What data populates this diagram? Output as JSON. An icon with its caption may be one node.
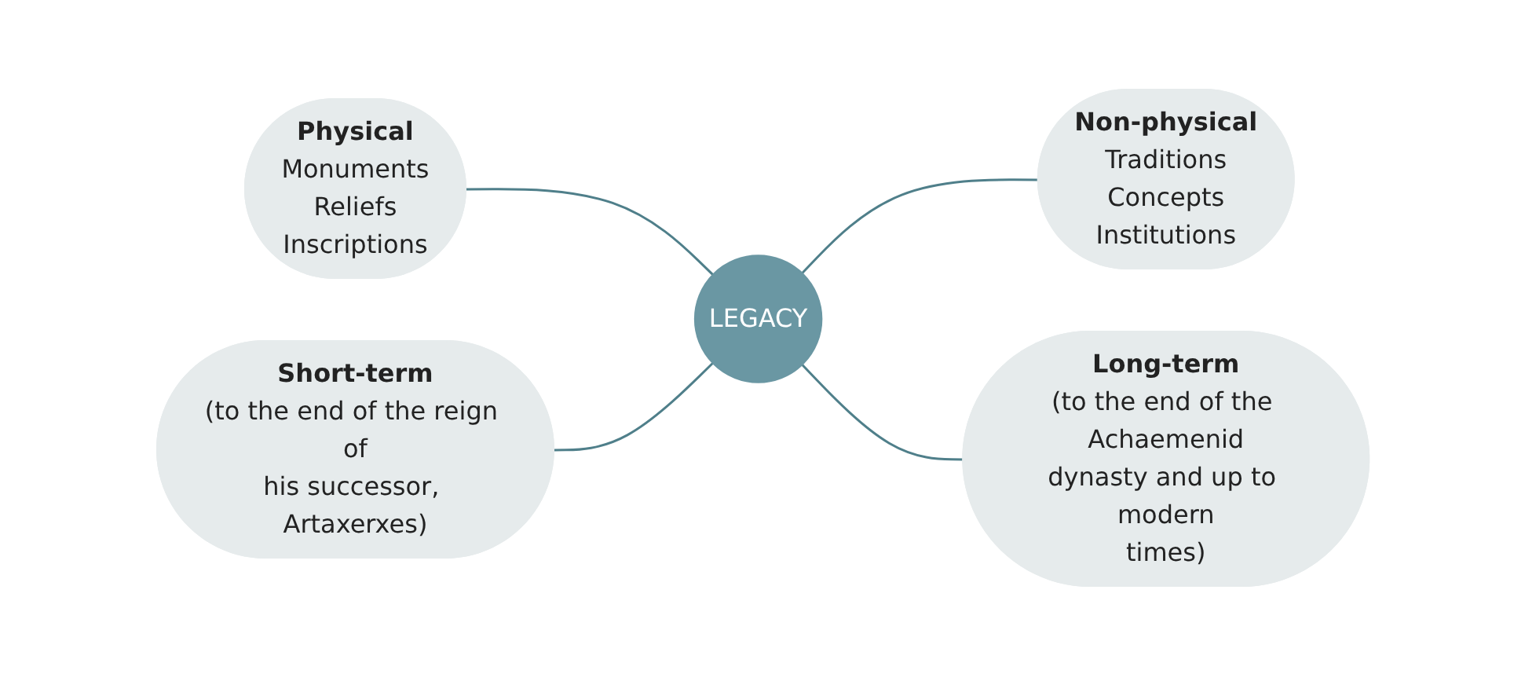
{
  "diagram": {
    "nodes": [
      {
        "text": [
          "Physical",
          "Monuments",
          "Reliefs",
          "Inscriptions"
        ]
      },
      {
        "text": [
          "Non-physical",
          "Traditions",
          "Concepts",
          "Institutions"
        ]
      },
      {
        "text": [
          "LEGACY"
        ]
      },
      {
        "text": [
          "Short-term",
          "(to the end of the reign of his successor, Artaxerxes)"
        ]
      },
      {
        "text": [
          "Long-term",
          "(to the end of the Achaemenid dynasty and up to modern times)"
        ]
      }
    ],
    "edges": [
      {
        "from": 0,
        "to": 2,
        "arrow": "none"
      },
      {
        "from": 2,
        "to": 1,
        "arrow": "none"
      },
      {
        "from": 3,
        "to": 2,
        "arrow": "none"
      },
      {
        "from": 2,
        "to": 4,
        "arrow": "none"
      }
    ]
  }
}
